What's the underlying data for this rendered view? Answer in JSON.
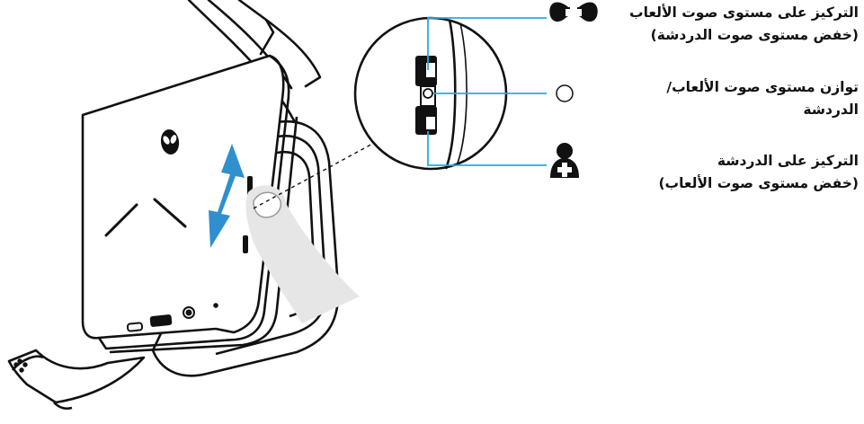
{
  "labels": {
    "game_focus": {
      "line1": "التركيز على مستوى صوت الألعاب",
      "line2": "(خفض مستوى صوت الدردشة)",
      "icon": "gamepad-plus-icon"
    },
    "balance": {
      "line1": "توازن مستوى صوت الألعاب/",
      "line2": "الدردشة",
      "icon": "circle-icon"
    },
    "chat_focus": {
      "line1": "التركيز على الدردشة",
      "line2": "(خفض مستوى صوت الألعاب)",
      "icon": "person-plus-icon"
    }
  },
  "colors": {
    "line": "#111111",
    "callout": "#2aa9e0",
    "arrow": "#2f8fcf",
    "finger": "#e6e6e6"
  }
}
